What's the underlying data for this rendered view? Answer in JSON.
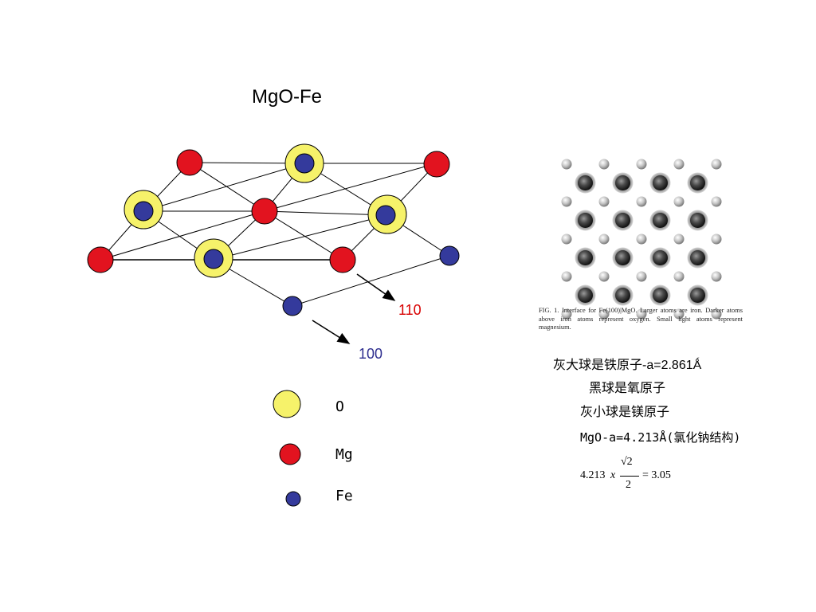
{
  "slide": {
    "title": "MgO-Fe"
  },
  "diagram": {
    "direction_labels": {
      "d110": "110",
      "d100": "100"
    },
    "colors": {
      "oxygen": "#f6f26a",
      "magnesium": "#e2131f",
      "iron": "#343a9c",
      "label_110": "#d80000",
      "label_100": "#2e2e8f"
    }
  },
  "legend": {
    "o_label": "O",
    "mg_label": "Mg",
    "fe_label": "Fe"
  },
  "figure": {
    "caption": "FIG. 1. Interface for Fe(100)|MgO. Larger atoms are iron. Darker atoms above iron atoms represent oxygen. Small light atoms represent magnesium."
  },
  "notes": {
    "line1_cn": "灰大球是铁原子",
    "line1_latin": "-a=2.861Ǻ",
    "line2": "黑球是氧原子",
    "line3": "灰小球是镁原子",
    "line4": "MgO-a=4.213Å(氯化钠结构)"
  },
  "formula": {
    "coefficient": "4.213",
    "variable": "x",
    "radical": "√2",
    "denominator": "2",
    "result": "= 3.05"
  }
}
